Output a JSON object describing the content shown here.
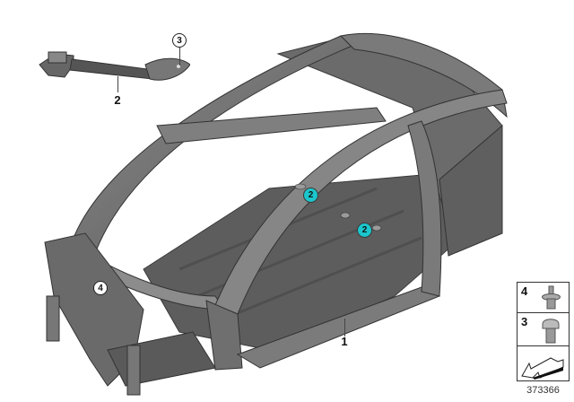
{
  "diagram": {
    "type": "parts-diagram",
    "subject": "body-in-white frame / life module structure",
    "document_id": "373366",
    "accent_color": "#1bc6cc",
    "callouts": [
      {
        "id": "c1",
        "label": "1",
        "style": "plain"
      },
      {
        "id": "c2a",
        "label": "2",
        "style": "plain"
      },
      {
        "id": "c2b",
        "label": "2",
        "style": "teal-circle"
      },
      {
        "id": "c2c",
        "label": "2",
        "style": "teal-circle"
      },
      {
        "id": "c3",
        "label": "3",
        "style": "circle"
      },
      {
        "id": "c4",
        "label": "4",
        "style": "circle"
      }
    ],
    "legend": [
      {
        "label": "4",
        "icon": "stud-bolt-icon"
      },
      {
        "label": "3",
        "icon": "cap-screw-icon"
      },
      {
        "label": "",
        "icon": "orientation-arrow-icon"
      }
    ]
  }
}
